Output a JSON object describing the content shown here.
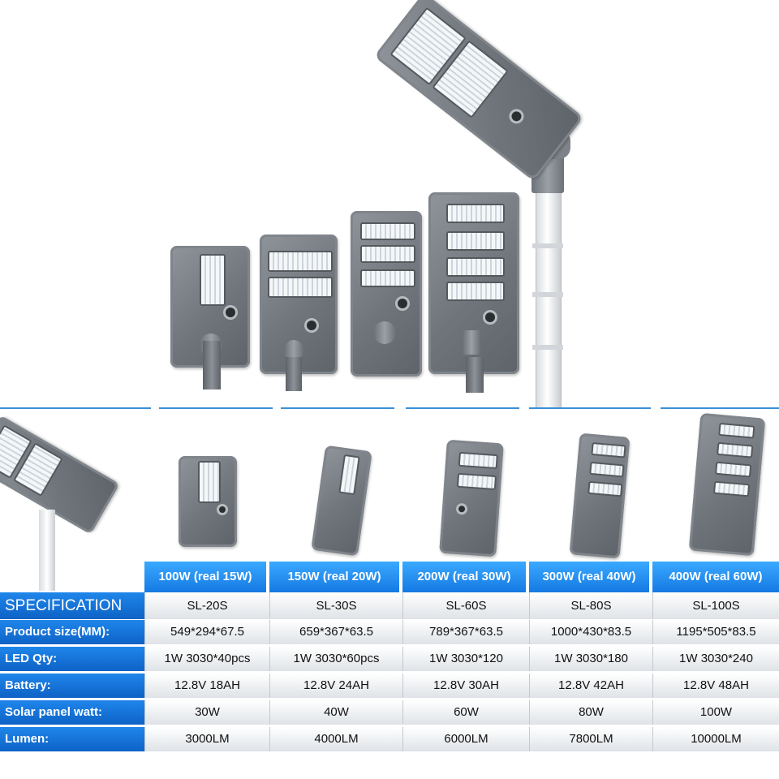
{
  "products": [
    {
      "watt": "100W (real 15W)",
      "model": "SL-20S",
      "size": "549*294*67.5",
      "led": "1W 3030*40pcs",
      "battery": "12.8V 18AH",
      "solar": "30W",
      "lumen": "3000LM"
    },
    {
      "watt": "150W (real 20W)",
      "model": "SL-30S",
      "size": "659*367*63.5",
      "led": "1W 3030*60pcs",
      "battery": "12.8V 24AH",
      "solar": "40W",
      "lumen": "4000LM"
    },
    {
      "watt": "200W (real 30W)",
      "model": "SL-60S",
      "size": "789*367*63.5",
      "led": "1W 3030*120",
      "battery": "12.8V 30AH",
      "solar": "60W",
      "lumen": "6000LM"
    },
    {
      "watt": "300W (real 40W)",
      "model": "SL-80S",
      "size": "1000*430*83.5",
      "led": "1W 3030*180",
      "battery": "12.8V 42AH",
      "solar": "80W",
      "lumen": "7800LM"
    },
    {
      "watt": "400W (real 60W)",
      "model": "SL-100S",
      "size": "1195*505*83.5",
      "led": "1W 3030*240",
      "battery": "12.8V 48AH",
      "solar": "100W",
      "lumen": "10000LM"
    }
  ],
  "labels": {
    "specification": "SPECIFICATION",
    "size": "Product size(MM):",
    "led": "LED Qty:",
    "battery": "Battery:",
    "solar": "Solar panel watt:",
    "lumen": "Lumen:"
  },
  "colors": {
    "header_blue": "#1f86ea",
    "rule_blue": "#3a8fd8",
    "lamp_gray": "#7a8086"
  }
}
